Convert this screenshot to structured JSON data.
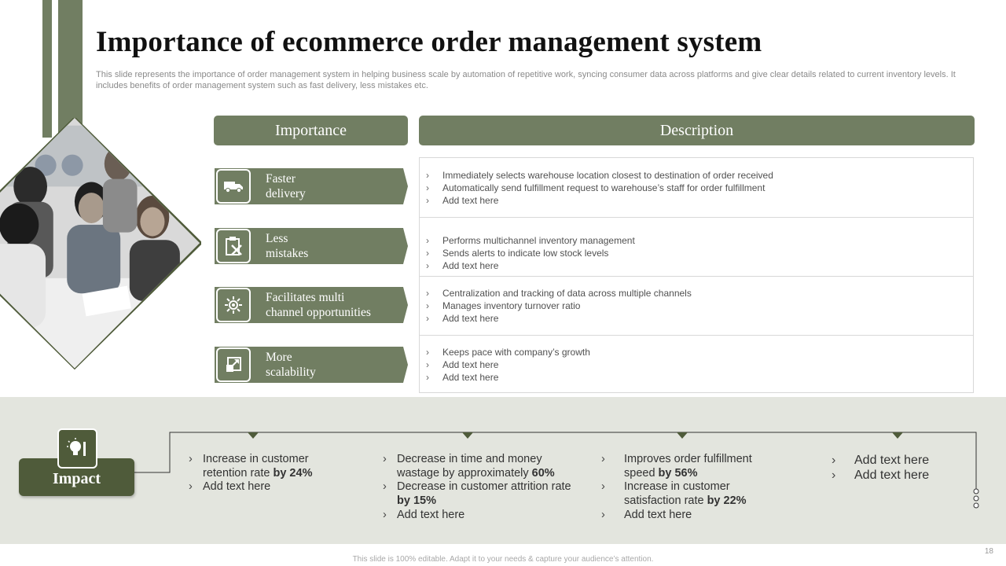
{
  "slide": {
    "title": "Importance of ecommerce order management system",
    "subtitle": "This slide represents the importance of order management system in helping business scale by automation of repetitive work, syncing consumer data across platforms and give clear details related to current inventory levels. It includes benefits of order management system such as fast delivery, less mistakes etc.",
    "page_number": "18",
    "footer": "This slide is 100% editable. Adapt it to your needs & capture your audience’s attention."
  },
  "colors": {
    "accent": "#717e62",
    "dark_accent": "#4f5b3a",
    "band": "#e3e5de"
  },
  "table": {
    "importance_header": "Importance",
    "description_header": "Description",
    "rows": [
      {
        "icon": "delivery-truck-icon",
        "label_line1": "Faster",
        "label_line2": "delivery",
        "desc": [
          "Immediately selects warehouse  location closest to destination of order  received",
          "Automatically send fulfillment  request  to warehouse’s  staff for order fulfillment",
          "Add text here"
        ]
      },
      {
        "icon": "clipboard-x-icon",
        "label_line1": "Less",
        "label_line2": "mistakes",
        "desc": [
          "Performs  multichannel inventory  management",
          "Sends alerts to indicate low stock levels",
          "Add text here"
        ]
      },
      {
        "icon": "gear-network-icon",
        "label_line1": "Facilitates multi",
        "label_line2": "channel opportunities",
        "desc": [
          "Centralization  and tracking of data across multiple channels",
          "Manages inventory  turnover ratio",
          "Add text here"
        ]
      },
      {
        "icon": "expand-icon",
        "label_line1": "More",
        "label_line2": "scalability",
        "desc": [
          "Keeps pace with company’s growth",
          "Add text here",
          "Add text here"
        ]
      }
    ]
  },
  "impact": {
    "label": "Impact",
    "icon": "lightbulb-tools-icon",
    "columns": [
      [
        {
          "text": "Increase in customer retention rate ",
          "bold": "by 24%"
        },
        {
          "text": "Add text here",
          "bold": ""
        }
      ],
      [
        {
          "text": "Decrease in time and money wastage by approximately ",
          "bold": "60%"
        },
        {
          "text": "Decrease in customer attrition rate ",
          "bold": "by 15%"
        },
        {
          "text": "Add text here",
          "bold": ""
        }
      ],
      [
        {
          "text": "Improves order fulfillment speed ",
          "bold": "by 56%"
        },
        {
          "text": "Increase in customer satisfaction rate ",
          "bold": "by 22%"
        },
        {
          "text": "Add text here",
          "bold": ""
        }
      ],
      [
        {
          "text": "Add text here",
          "bold": ""
        },
        {
          "text": "Add text here",
          "bold": ""
        }
      ]
    ]
  }
}
